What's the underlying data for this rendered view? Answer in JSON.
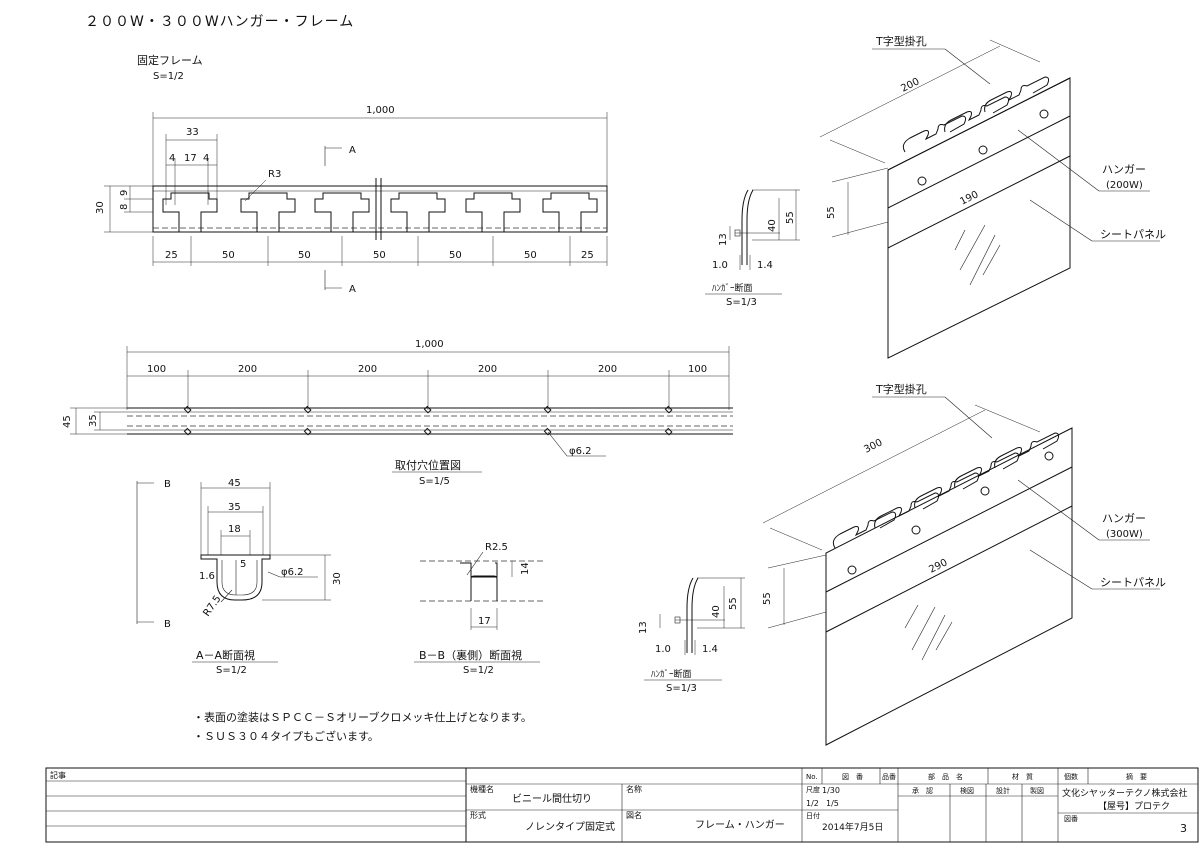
{
  "title": "２００W・３００Wハンガー・フレーム",
  "fixed_frame": {
    "label": "固定フレーム",
    "scale": "S=1/2",
    "dim_total": "1,000",
    "dim_33": "33",
    "dim_4a": "4",
    "dim_17": "17",
    "dim_4b": "4",
    "dim_r3": "R3",
    "dim_8": "8",
    "dim_9": "9",
    "dim_30": "30",
    "section_a_top": "A",
    "section_a_bottom": "A",
    "bottom_dims": [
      "25",
      "50",
      "50",
      "50",
      "50",
      "50",
      "25"
    ]
  },
  "mount_holes": {
    "label": "取付穴位置図",
    "scale": "S=1/5",
    "dim_total": "1,000",
    "top_dims": [
      "100",
      "200",
      "200",
      "200",
      "200",
      "100"
    ],
    "dim_45": "45",
    "dim_35": "35",
    "hole": "φ6.2"
  },
  "section_aa": {
    "label": "A－A断面視",
    "scale": "S=1/2",
    "dim_45": "45",
    "dim_35": "35",
    "dim_18": "18",
    "dim_5": "5",
    "dim_16": "1.6",
    "dim_hole": "φ6.2",
    "dim_30": "30",
    "dim_r75": "R7.5",
    "b_top": "B",
    "b_bottom": "B"
  },
  "section_bb": {
    "label": "B－B（裏側）断面視",
    "scale": "S=1/2",
    "dim_r25": "R2.5",
    "dim_14": "14",
    "dim_17": "17"
  },
  "hanger_section_1": {
    "label": "ﾊﾝｶﾞｰ断面",
    "scale": "S=1/3",
    "dim_13": "13",
    "dim_40": "40",
    "dim_55": "55",
    "dim_10": "1.0",
    "dim_14": "1.4"
  },
  "hanger_section_2": {
    "label": "ﾊﾝｶﾞｰ断面",
    "scale": "S=1/3",
    "dim_13": "13",
    "dim_40": "40",
    "dim_55": "55",
    "dim_10": "1.0",
    "dim_14": "1.4"
  },
  "iso_200": {
    "t_hole": "T字型掛孔",
    "dim_200": "200",
    "dim_55": "55",
    "dim_190": "190",
    "hanger": "ハンガー",
    "hanger_w": "(200W)",
    "sheet": "シートパネル"
  },
  "iso_300": {
    "t_hole": "T字型掛孔",
    "dim_300": "300",
    "dim_55": "55",
    "dim_290": "290",
    "hanger": "ハンガー",
    "hanger_w": "(300W)",
    "sheet": "シートパネル"
  },
  "notes": [
    "・表面の塗装はＳＰＣＣ－Ｓオリーブクロメッキ仕上げとなります。",
    "・ＳＵＳ３０４タイプもございます。"
  ],
  "title_block": {
    "remarks": "記事",
    "model_name_label": "機種名",
    "model_name": "ビニール間仕切り",
    "type_label": "形式",
    "type": "ノレンタイプ固定式",
    "name_label": "名称",
    "drawing_name_label": "図名",
    "drawing_name": "フレーム・ハンガー",
    "scale_label": "尺度",
    "scale_1": "1/30",
    "scale_2": "1/2",
    "scale_3": "1/5",
    "date_label": "日付",
    "date": "2014年7月5日",
    "no_label": "No.",
    "zuban_label": "図　番",
    "hinban_label": "品番",
    "buhin_label": "部　品　名",
    "material_label": "材　質",
    "qty_label": "個数",
    "summary_label": "摘　要",
    "approve_label": "承　認",
    "check_label": "検図",
    "design_label": "設計",
    "draft_label": "製図",
    "company": "文化シヤッターテクノ株式会社",
    "brand": "【屋号】プロテク",
    "drawing_no_label": "図番",
    "drawing_no": "3"
  }
}
